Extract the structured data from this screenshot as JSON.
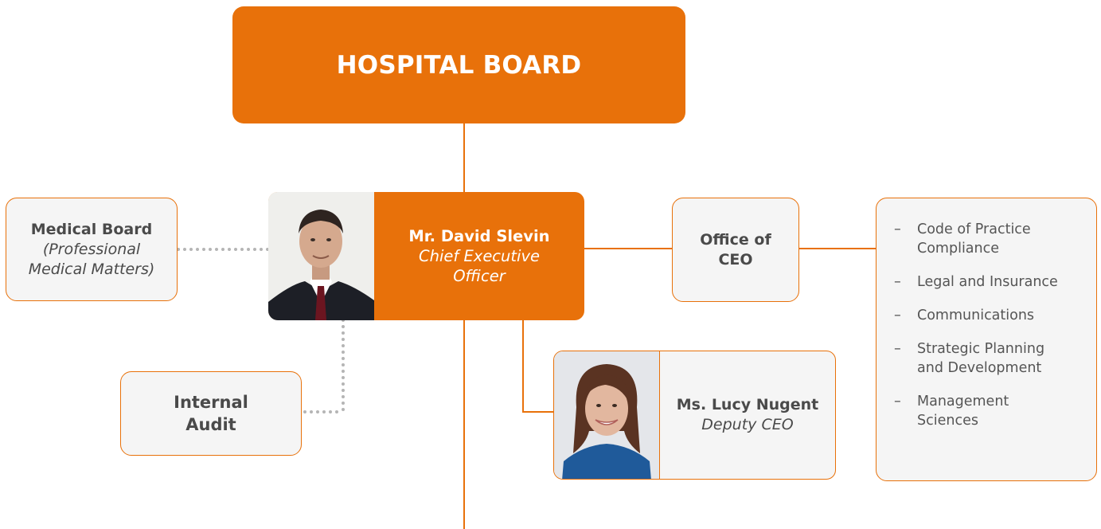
{
  "board": {
    "title": "HOSPITAL BOARD"
  },
  "ceo": {
    "name": "Mr. David Slevin",
    "role_line1": "Chief Executive",
    "role_line2": "Officer"
  },
  "medical_board": {
    "title": "Medical Board",
    "sub_line1": "(Professional",
    "sub_line2": "Medical Matters)"
  },
  "internal_audit": {
    "line1": "Internal",
    "line2": "Audit"
  },
  "office_ceo": {
    "line1": "Office of",
    "line2": "CEO"
  },
  "deputy": {
    "name": "Ms. Lucy Nugent",
    "role": "Deputy CEO"
  },
  "office_functions": {
    "items": [
      {
        "dash": "–",
        "line1": "Code of Practice",
        "line2": "Compliance"
      },
      {
        "dash": "–",
        "line1": "Legal and Insurance",
        "line2": ""
      },
      {
        "dash": "–",
        "line1": "Communications",
        "line2": ""
      },
      {
        "dash": "–",
        "line1": "Strategic Planning",
        "line2": "and Development"
      },
      {
        "dash": "–",
        "line1": "Management",
        "line2": "Sciences"
      }
    ]
  },
  "colors": {
    "accent": "#e8710a",
    "box_fill": "#f5f5f5",
    "text": "#4a4a4a",
    "dotted": "#b5b5b5"
  }
}
